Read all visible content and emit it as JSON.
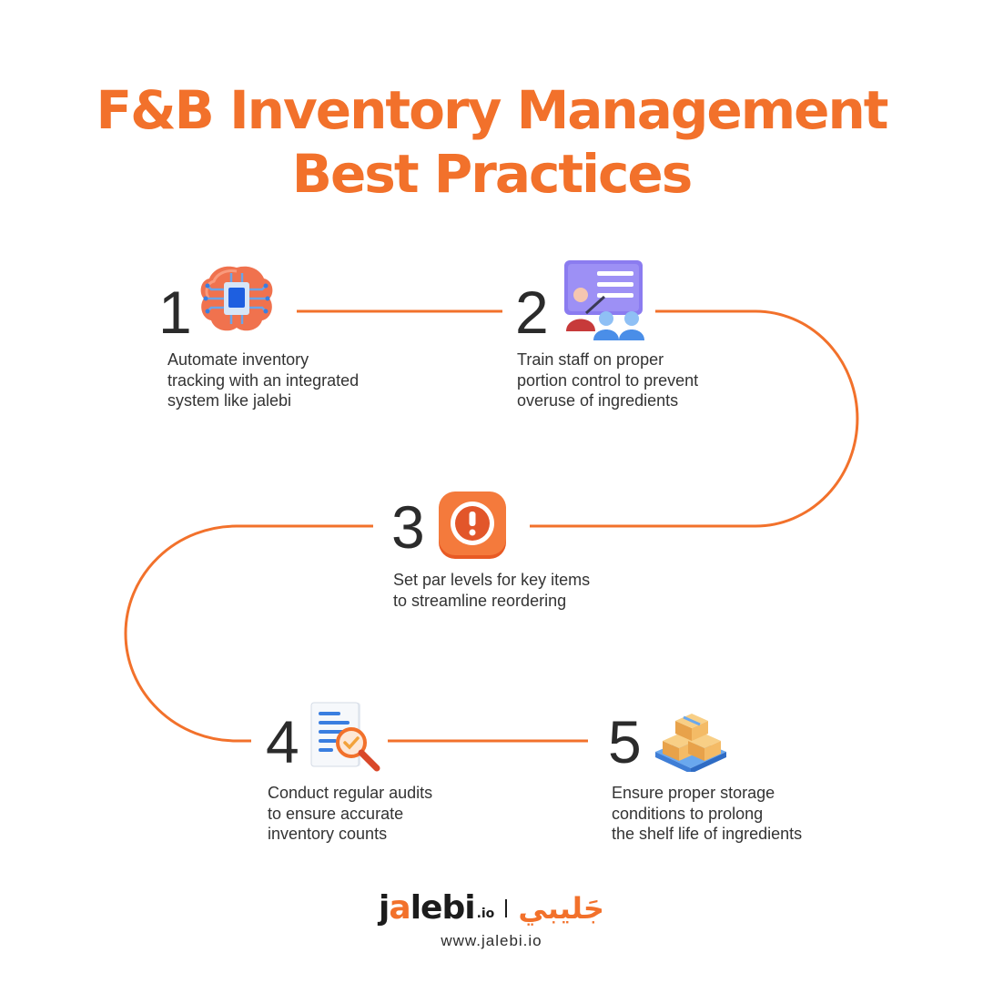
{
  "title": {
    "line1": "F&B Inventory Management",
    "line2": "Best Practices"
  },
  "accent_color": "#f2712b",
  "steps": [
    {
      "number": "1",
      "icon": "brain-chip-icon",
      "lines": [
        "Automate inventory",
        "tracking with an integrated",
        "system like jalebi"
      ]
    },
    {
      "number": "2",
      "icon": "training-presentation-icon",
      "lines": [
        "Train staff on proper",
        "portion control to prevent",
        "overuse of ingredients"
      ]
    },
    {
      "number": "3",
      "icon": "exclamation-alert-icon",
      "lines": [
        "Set par levels for key items",
        "to streamline reordering"
      ]
    },
    {
      "number": "4",
      "icon": "document-magnifier-icon",
      "lines": [
        "Conduct regular audits",
        "to ensure accurate",
        "inventory counts"
      ]
    },
    {
      "number": "5",
      "icon": "stacked-boxes-icon",
      "lines": [
        "Ensure proper storage",
        "conditions to prolong",
        "the shelf life of ingredients"
      ]
    }
  ],
  "brand": {
    "logo_j": "j",
    "logo_a": "a",
    "logo_rest": "lebi",
    "logo_suffix": ".io",
    "arabic": "جَليبي",
    "url": "www.jalebi.io"
  }
}
